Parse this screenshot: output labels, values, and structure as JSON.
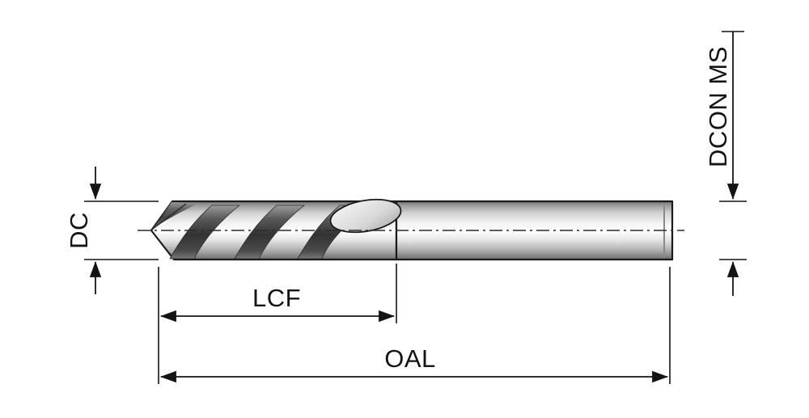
{
  "diagram": {
    "labels": {
      "dc": "DC",
      "lcf": "LCF",
      "oal": "OAL",
      "dcon_ms": "DCON MS"
    },
    "colors": {
      "line": "#141414",
      "outline": "#1a1a1a",
      "metal_highlight": "#fefefe",
      "metal_shadow": "#6e6e6e",
      "flute_dark": "#333333",
      "background": "#ffffff"
    }
  }
}
